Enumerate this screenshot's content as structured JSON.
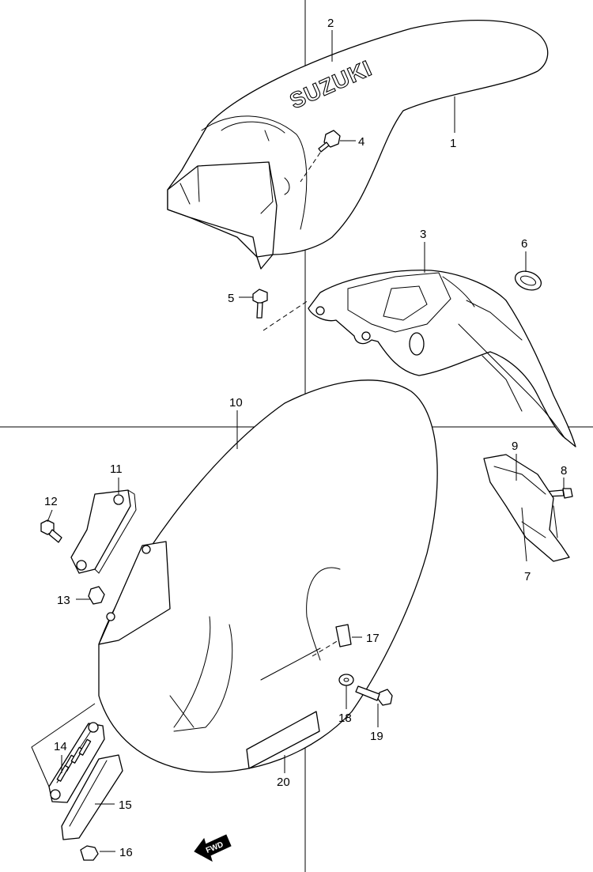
{
  "diagram": {
    "brand_text": "SUZUKI",
    "direction_label": "FWD",
    "callouts": [
      "1",
      "2",
      "3",
      "4",
      "5",
      "6",
      "7",
      "8",
      "9",
      "10",
      "11",
      "12",
      "13",
      "14",
      "15",
      "16",
      "17",
      "18",
      "19",
      "20"
    ]
  }
}
